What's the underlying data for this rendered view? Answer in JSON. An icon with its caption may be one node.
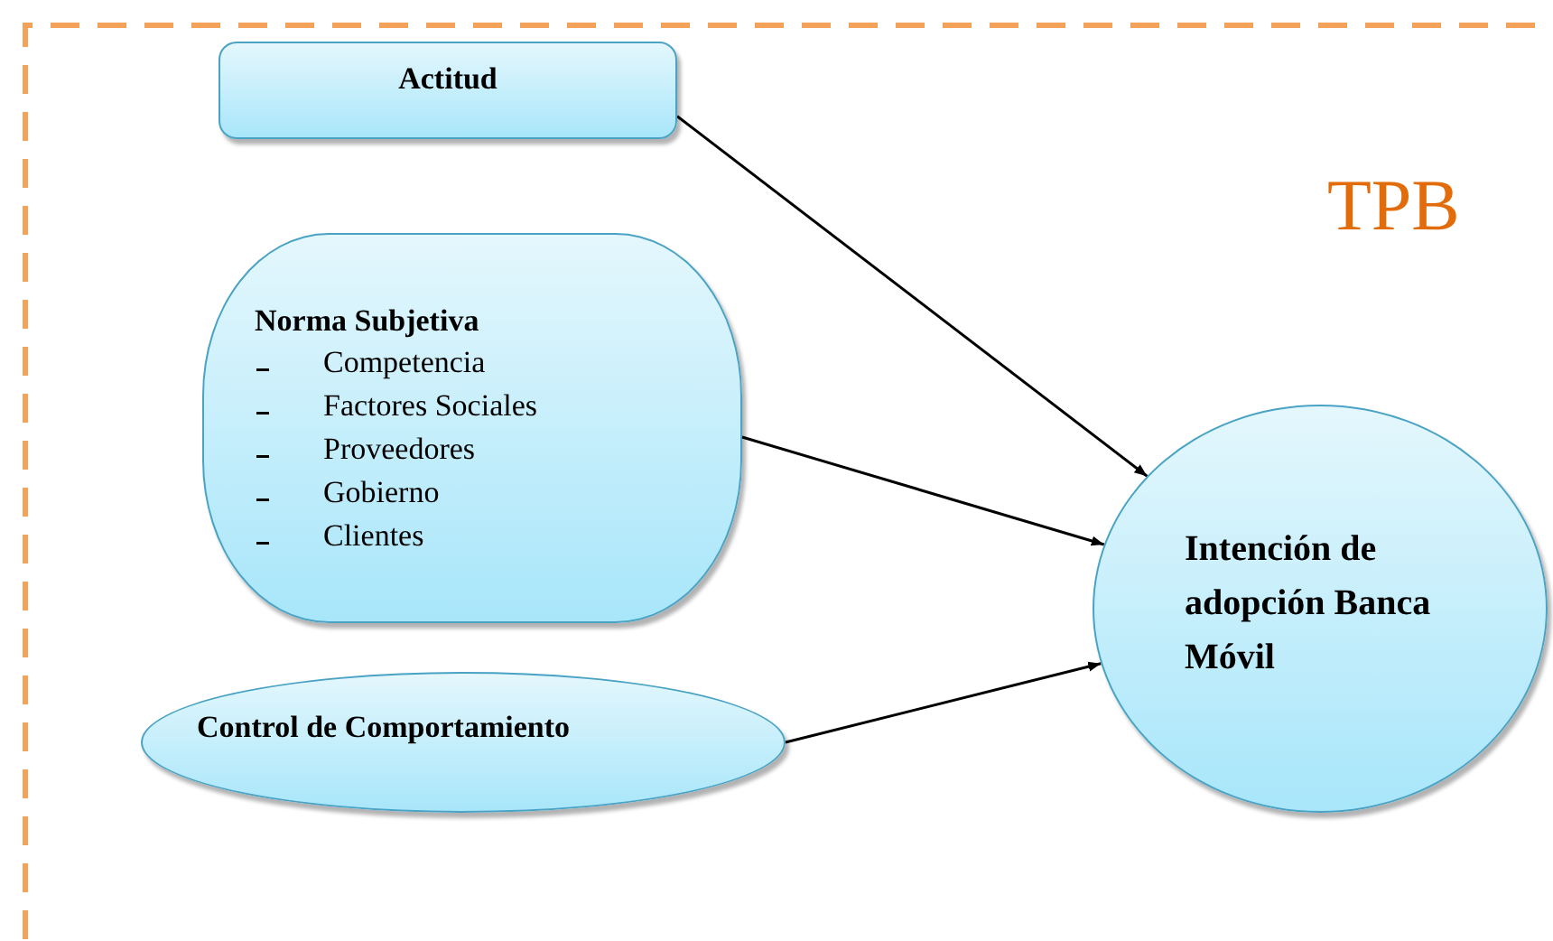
{
  "diagram": {
    "nodes": [
      {
        "text": [
          "Actitud"
        ]
      },
      {
        "text": [
          "Norma Subjetiva",
          "Competencia",
          "Factores Sociales",
          "Proveedores",
          "Gobierno",
          "Clientes"
        ]
      },
      {
        "text": [
          "Control de Comportamiento"
        ]
      },
      {
        "text": [
          "Intención de adopción Banca Móvil"
        ]
      }
    ],
    "edges": [
      {
        "from": 0,
        "to": 3,
        "arrow": "to"
      },
      {
        "from": 1,
        "to": 3,
        "arrow": "to"
      },
      {
        "from": 2,
        "to": 3,
        "arrow": "to"
      }
    ],
    "labels": [
      "TPB"
    ]
  }
}
